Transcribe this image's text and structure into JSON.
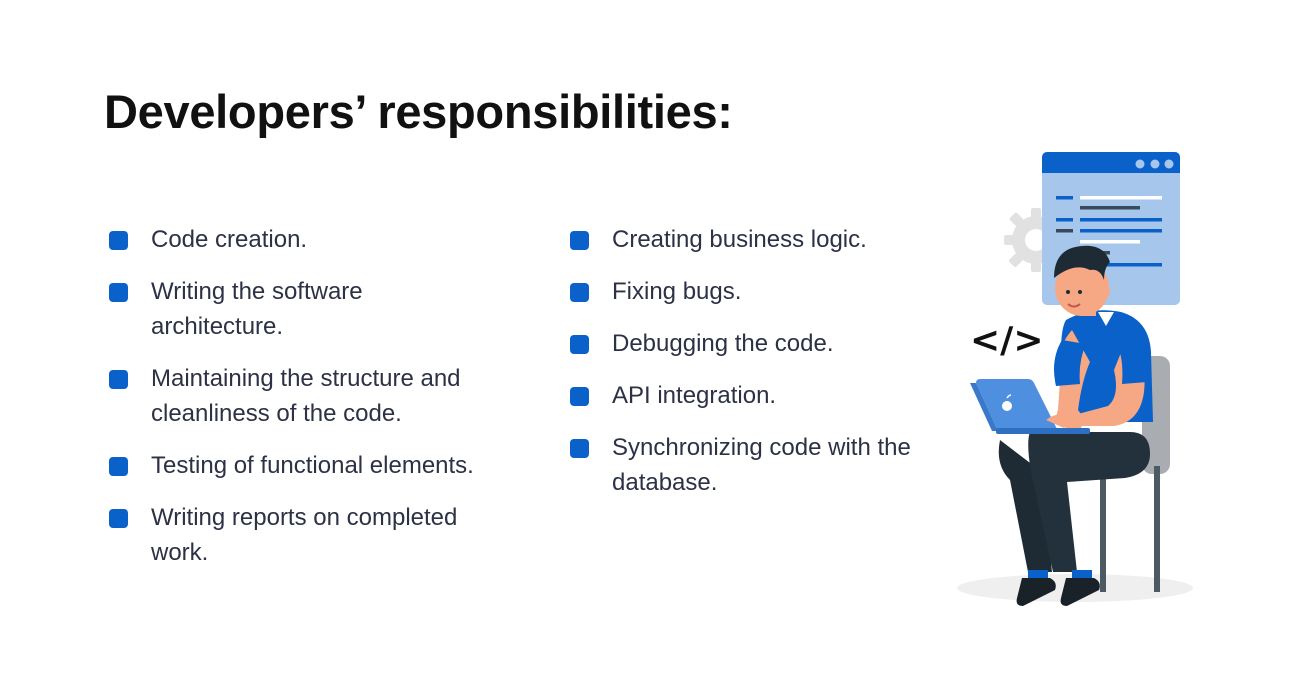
{
  "title": "Developers’ responsibilities:",
  "columns": {
    "left": [
      {
        "text": "Code creation."
      },
      {
        "text": "Writing the software architecture."
      },
      {
        "text": "Maintaining the structure and cleanliness of the code."
      },
      {
        "text": "Testing of functional elements."
      },
      {
        "text": "Writing reports on completed work."
      }
    ],
    "right": [
      {
        "text": "Creating business logic."
      },
      {
        "text": "Fixing bugs."
      },
      {
        "text": "Debugging the code."
      },
      {
        "text": "API integration."
      },
      {
        "text": "Synchronizing code with the database."
      }
    ]
  },
  "illustration": {
    "code_tag": "</>",
    "icons": [
      "browser-window-icon",
      "gear-icon",
      "laptop-icon",
      "apple-logo-icon",
      "chair-icon"
    ]
  },
  "colors": {
    "accent": "#0a61c9",
    "text": "#2c3145",
    "title": "#111111"
  }
}
